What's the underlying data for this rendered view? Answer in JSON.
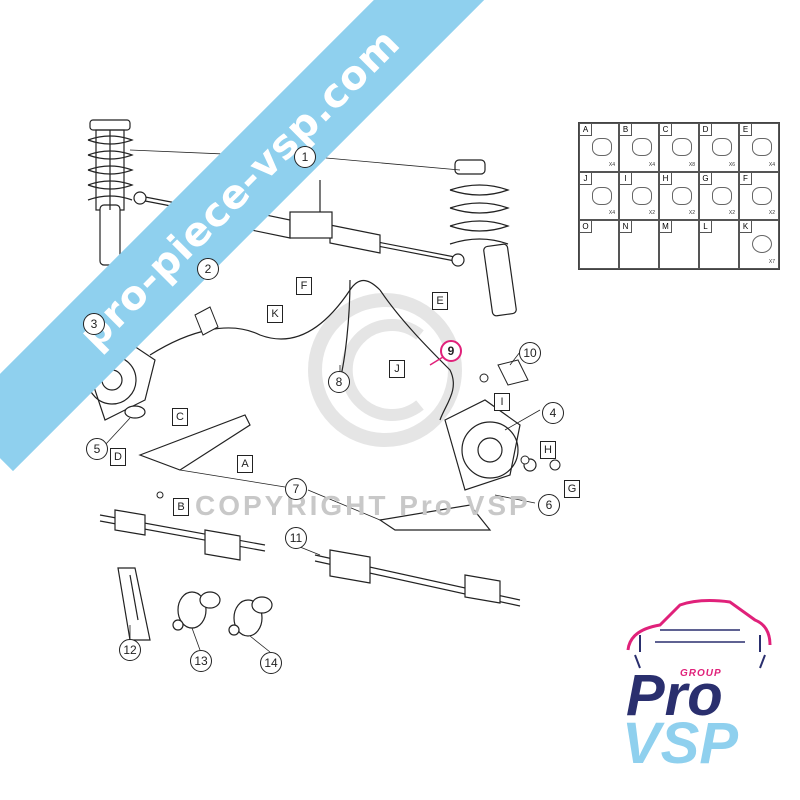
{
  "banner": {
    "text": "pro-piece-vsp.com"
  },
  "watermark": {
    "text": "COPYRIGHT Pro VSP"
  },
  "callouts": [
    {
      "id": "c1",
      "label": "1"
    },
    {
      "id": "c2",
      "label": "2"
    },
    {
      "id": "c3",
      "label": "3"
    },
    {
      "id": "c4",
      "label": "4"
    },
    {
      "id": "c5",
      "label": "5"
    },
    {
      "id": "c6",
      "label": "6"
    },
    {
      "id": "c7",
      "label": "7"
    },
    {
      "id": "c8",
      "label": "8"
    },
    {
      "id": "c9",
      "label": "9"
    },
    {
      "id": "c10",
      "label": "10"
    },
    {
      "id": "c11",
      "label": "11"
    },
    {
      "id": "c12",
      "label": "12"
    },
    {
      "id": "c13",
      "label": "13"
    },
    {
      "id": "c14",
      "label": "14"
    }
  ],
  "letters": [
    {
      "id": "lA",
      "label": "A"
    },
    {
      "id": "lB",
      "label": "B"
    },
    {
      "id": "lC",
      "label": "C"
    },
    {
      "id": "lD",
      "label": "D"
    },
    {
      "id": "lE",
      "label": "E"
    },
    {
      "id": "lF",
      "label": "F"
    },
    {
      "id": "lG",
      "label": "G"
    },
    {
      "id": "lH",
      "label": "H"
    },
    {
      "id": "lI",
      "label": "I"
    },
    {
      "id": "lJ",
      "label": "J"
    },
    {
      "id": "lK",
      "label": "K"
    }
  ],
  "hardware_table": [
    {
      "letter": "A",
      "qty": "X4"
    },
    {
      "letter": "B",
      "qty": "X4"
    },
    {
      "letter": "C",
      "qty": "X8"
    },
    {
      "letter": "D",
      "qty": "X6"
    },
    {
      "letter": "E",
      "qty": "X4"
    },
    {
      "letter": "J",
      "qty": "X4"
    },
    {
      "letter": "I",
      "qty": "X2"
    },
    {
      "letter": "H",
      "qty": "X2"
    },
    {
      "letter": "G",
      "qty": "X2"
    },
    {
      "letter": "F",
      "qty": "X2"
    },
    {
      "letter": "O",
      "qty": ""
    },
    {
      "letter": "N",
      "qty": ""
    },
    {
      "letter": "M",
      "qty": ""
    },
    {
      "letter": "L",
      "qty": ""
    },
    {
      "letter": "K",
      "qty": "X7"
    }
  ],
  "logo": {
    "group": "GROUP",
    "pro": "Pro",
    "vsp": "VSP"
  },
  "colors": {
    "banner": "#8fd0ee",
    "highlight": "#e0217a",
    "logo_navy": "#2a2f6e",
    "logo_blue": "#8fd0ee"
  }
}
